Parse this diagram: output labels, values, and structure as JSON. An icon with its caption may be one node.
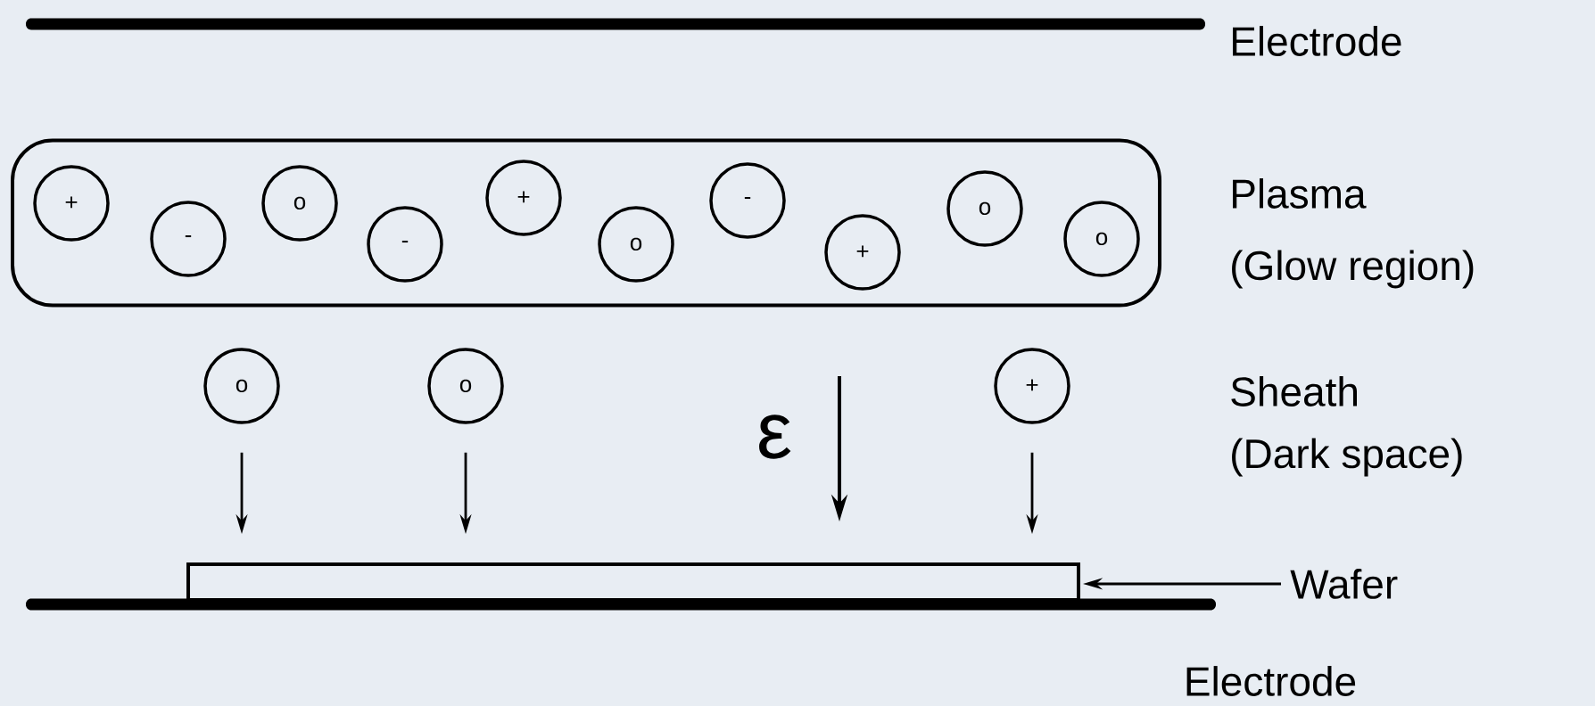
{
  "diagram": {
    "nodes": [
      {
        "text": [],
        "shape": "bar",
        "beside": [
          "Electrode"
        ]
      },
      {
        "text": [
          "Plasma",
          "(Glow region)"
        ]
      },
      {
        "text": [
          "+"
        ],
        "in": 1
      },
      {
        "text": [
          "-"
        ],
        "in": 1
      },
      {
        "text": [
          "o"
        ],
        "in": 1
      },
      {
        "text": [
          "-"
        ],
        "in": 1
      },
      {
        "text": [
          "+"
        ],
        "in": 1
      },
      {
        "text": [
          "o"
        ],
        "in": 1
      },
      {
        "text": [
          "-"
        ],
        "in": 1
      },
      {
        "text": [
          "+"
        ],
        "in": 1
      },
      {
        "text": [
          "o"
        ],
        "in": 1
      },
      {
        "text": [
          "o"
        ],
        "in": 1
      },
      {
        "text": [
          "o"
        ]
      },
      {
        "text": [
          "o"
        ]
      },
      {
        "text": [
          "+"
        ]
      },
      {
        "text": [],
        "shape": "box"
      },
      {
        "text": [],
        "shape": "bar",
        "beside": [
          "Electrode"
        ]
      },
      {
        "text": [
          "Wafer"
        ]
      }
    ],
    "edges": [
      {
        "from": 12,
        "to": 15,
        "arrow": "to"
      },
      {
        "from": 13,
        "to": 15,
        "arrow": "to"
      },
      {
        "from": 14,
        "to": 15,
        "arrow": "to"
      },
      {
        "from": 17,
        "to": 15,
        "arrow": "to"
      }
    ],
    "labels": [
      "Sheath",
      "(Dark space)",
      "ε"
    ]
  }
}
